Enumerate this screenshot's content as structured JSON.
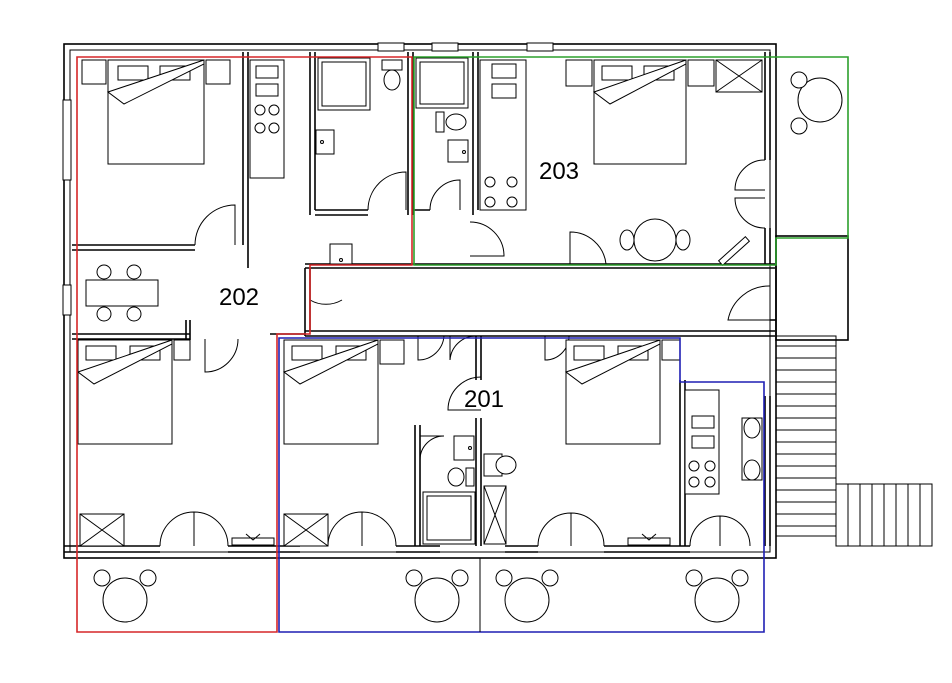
{
  "units": [
    {
      "id": "unit-202",
      "label": "202",
      "outline_color": "#d62728"
    },
    {
      "id": "unit-203",
      "label": "203",
      "outline_color": "#2ca02c"
    },
    {
      "id": "unit-201",
      "label": "201",
      "outline_color": "#1f1fb4"
    }
  ]
}
